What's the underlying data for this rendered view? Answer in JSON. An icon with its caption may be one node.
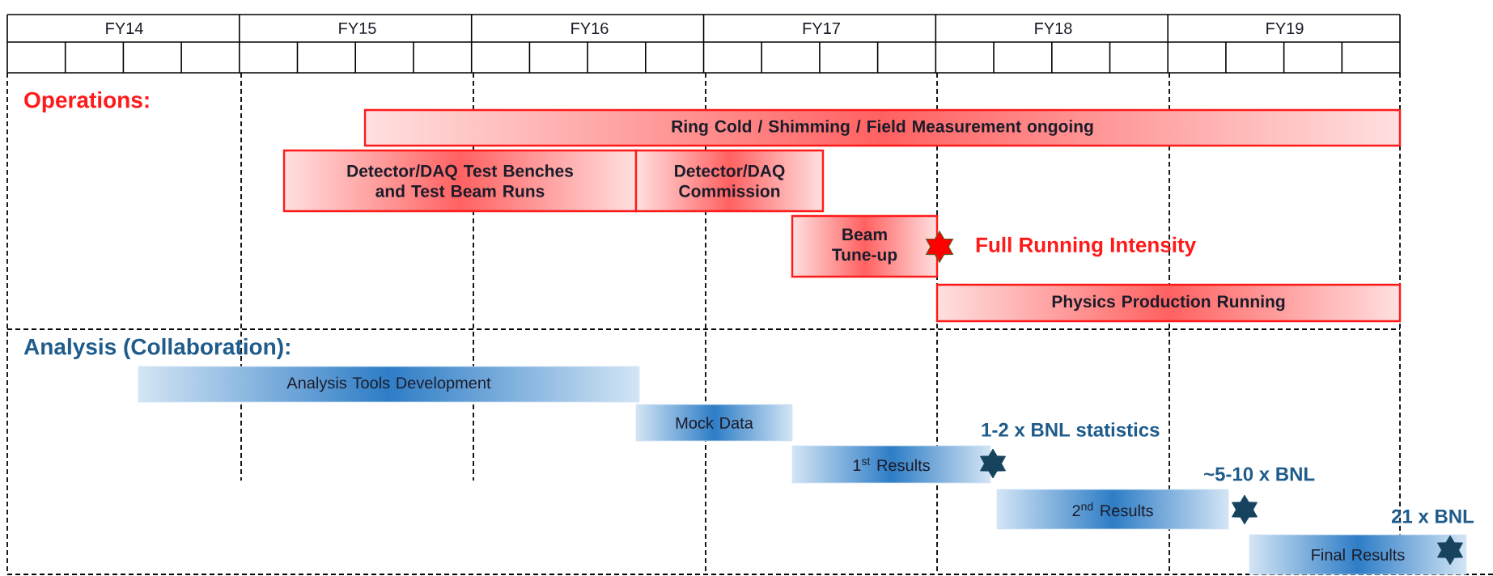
{
  "diagram": {
    "nodes": [
      {
        "text": [
          "Ring Cold / Shimming / Field Measurement ongoing"
        ]
      },
      {
        "text": [
          "Detector/DAQ Test Benches and Test Beam Runs"
        ]
      },
      {
        "text": [
          "Detector/DAQ Commission"
        ]
      },
      {
        "text": [
          "Beam Tune-up"
        ],
        "beside": [
          "Full Running Intensity"
        ]
      },
      {
        "text": [
          "Physics Production Running"
        ]
      },
      {
        "text": [
          "Analysis Tools Development"
        ]
      },
      {
        "text": [
          "Mock Data"
        ]
      },
      {
        "text": [
          "1$^{st}$ Results"
        ],
        "beside": [
          "1-2 x BNL statistics"
        ]
      },
      {
        "text": [
          "2$^{nd}$ Results"
        ],
        "beside": [
          "~5-10 x BNL"
        ]
      },
      {
        "text": [
          "Final Results"
        ],
        "beside": [
          "21 x BNL"
        ]
      }
    ],
    "labels": [
      "FY14",
      "FY15",
      "FY16",
      "FY17",
      "FY18",
      "FY19",
      "Operations:",
      "Analysis (Collaboration):"
    ]
  }
}
